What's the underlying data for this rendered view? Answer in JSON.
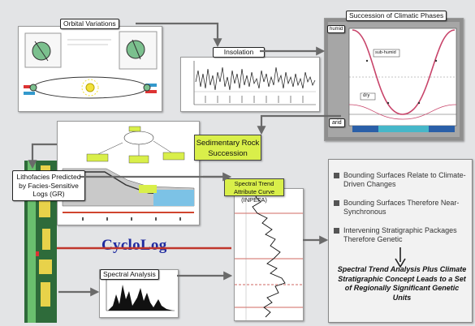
{
  "labels": {
    "orbital": "Orbital Variations",
    "insolation": "Insolation",
    "succession": "Succession of Climatic Phases",
    "humid": "humid",
    "arid": "arid",
    "dry": "dry",
    "sub_humid": "sub-humid",
    "sedimentary": "Sedimentary Rock Succession",
    "lithofacies": "Lithofacies Predicted by Facies-Sensitive Logs (GR)",
    "spectral_trend": "Spectral Trend Attribute Curve (INPEFA)",
    "spectral_analysis": "Spectral Analysis",
    "cyclolog": "CycloLog"
  },
  "bullets": [
    "Bounding Surfaces Relate to Climate-Driven Changes",
    "Bounding Surfaces Therefore Near-Synchronous",
    "Intervening Stratigraphic Packages Therefore Genetic"
  ],
  "conclusion": "Spectral Trend Analysis Plus Climate Stratigraphic Concept Leads to a Set of Regionally Significant Genetic Units",
  "colors": {
    "background": "#e3e4e6",
    "highlight_green": "#d9ef4a",
    "cyclolog_blue": "#1f2aa0",
    "red_line": "#c0362c",
    "arrow_grey": "#6a6a6a",
    "climate_curve": "#c8446a",
    "climate_bar_cyan": "#46b7c9",
    "climate_bar_blue": "#2a5fa8"
  }
}
